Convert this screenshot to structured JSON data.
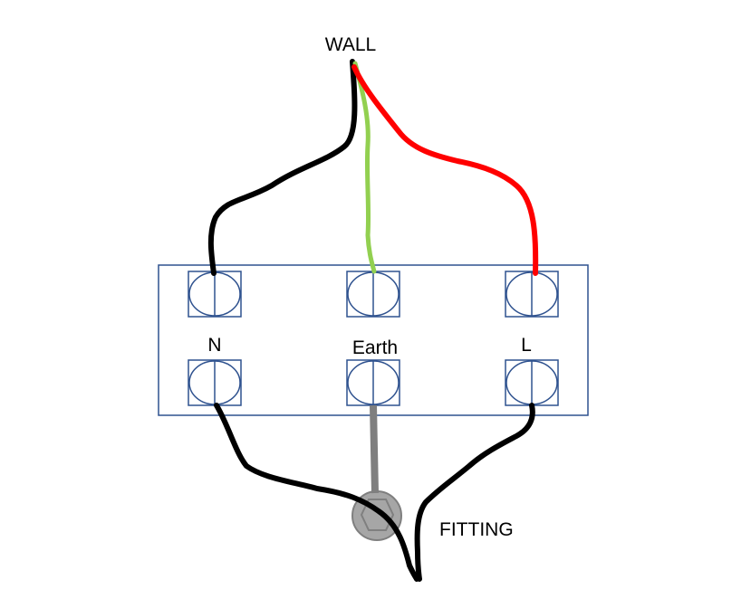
{
  "labels": {
    "wall": "WALL",
    "neutral": "N",
    "earth": "Earth",
    "live": "L",
    "fitting": "FITTING"
  },
  "colors": {
    "wire_neutral": "#000000",
    "wire_earth_in": "#92d050",
    "wire_live_in": "#ff0000",
    "wire_earth_out": "#7f7f7f",
    "block_outline": "#2f528f",
    "fitting_fill": "#a6a6a6"
  },
  "terminals": {
    "top_row": [
      "N",
      "Earth",
      "L"
    ],
    "bottom_row": [
      "N",
      "Earth",
      "L"
    ]
  }
}
